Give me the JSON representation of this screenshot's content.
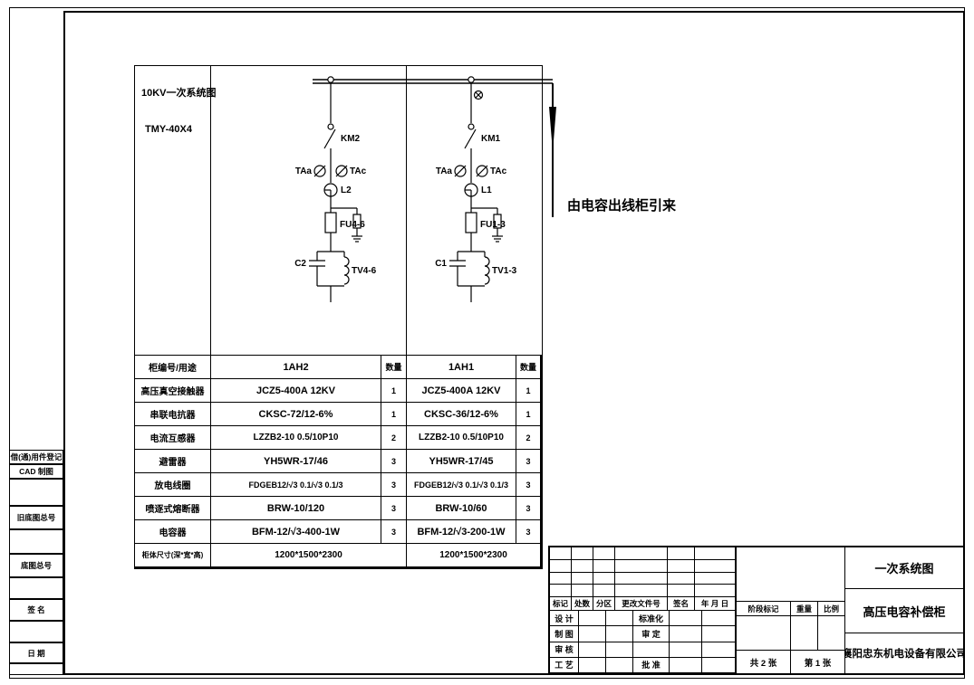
{
  "colors": {
    "line": "#000000",
    "background": "#ffffff"
  },
  "margin_labels": {
    "items": [
      "借(通)用件登记",
      "CAD 制图",
      "旧底图总号",
      "底图总号",
      "签 名",
      "日 期"
    ]
  },
  "schematic": {
    "title": "10KV一次系统图",
    "busbar_spec": "TMY-40X4",
    "incoming_note": "由电容出线柜引来",
    "left_feeder": {
      "contactor": "KM2",
      "ct_a": "TAa",
      "ct_c": "TAc",
      "reactor": "L2",
      "fuse": "FU4-6",
      "capacitor": "C2",
      "pt": "TV4-6"
    },
    "right_feeder": {
      "contactor": "KM1",
      "ct_a": "TAa",
      "ct_c": "TAc",
      "reactor": "L1",
      "fuse": "FU1-3",
      "capacitor": "C1",
      "pt": "TV1-3"
    }
  },
  "equipment_table": {
    "header": {
      "c0": "柜编号/用途",
      "c1": "1AH2",
      "c2": "数量",
      "c3": "1AH1",
      "c4": "数量"
    },
    "rows": [
      {
        "c0": "高压真空接触器",
        "c1": "JCZ5-400A 12KV",
        "c2": "1",
        "c3": "JCZ5-400A 12KV",
        "c4": "1"
      },
      {
        "c0": "串联电抗器",
        "c1": "CKSC-72/12-6%",
        "c2": "1",
        "c3": "CKSC-36/12-6%",
        "c4": "1"
      },
      {
        "c0": "电流互感器",
        "c1": "LZZB2-10 0.5/10P10",
        "c2": "2",
        "c3": "LZZB2-10 0.5/10P10",
        "c4": "2"
      },
      {
        "c0": "避雷器",
        "c1": "YH5WR-17/46",
        "c2": "3",
        "c3": "YH5WR-17/45",
        "c4": "3"
      },
      {
        "c0": "放电线圈",
        "c1": "FDGEB12/√3 0.1/√3 0.1/3",
        "c2": "3",
        "c3": "FDGEB12/√3 0.1/√3 0.1/3",
        "c4": "3"
      },
      {
        "c0": "喷逐式熔断器",
        "c1": "BRW-10/120",
        "c2": "3",
        "c3": "BRW-10/60",
        "c4": "3"
      },
      {
        "c0": "电容器",
        "c1": "BFM-12/√3-400-1W",
        "c2": "3",
        "c3": "BFM-12/√3-200-1W",
        "c4": "3"
      }
    ],
    "footer": {
      "c0": "柜体尺寸(深*宽*高)",
      "c1": "1200*1500*2300",
      "c3": "1200*1500*2300"
    }
  },
  "title_block": {
    "revision_header": [
      "标记",
      "处数",
      "分区",
      "更改文件号",
      "签名",
      "年 月 日"
    ],
    "sign_rows": [
      [
        "设 计",
        "标准化"
      ],
      [
        "制 图",
        "审 定"
      ],
      [
        "审 核",
        ""
      ],
      [
        "工 艺",
        "批 准"
      ]
    ],
    "stage_header": [
      "阶段标记",
      "重量",
      "比例"
    ],
    "sheet_total": "共 2 张",
    "sheet_no": "第 1 张",
    "drawing_name": "一次系统图",
    "product_name": "高压电容补偿柜",
    "company": "襄阳忠东机电设备有限公司"
  }
}
